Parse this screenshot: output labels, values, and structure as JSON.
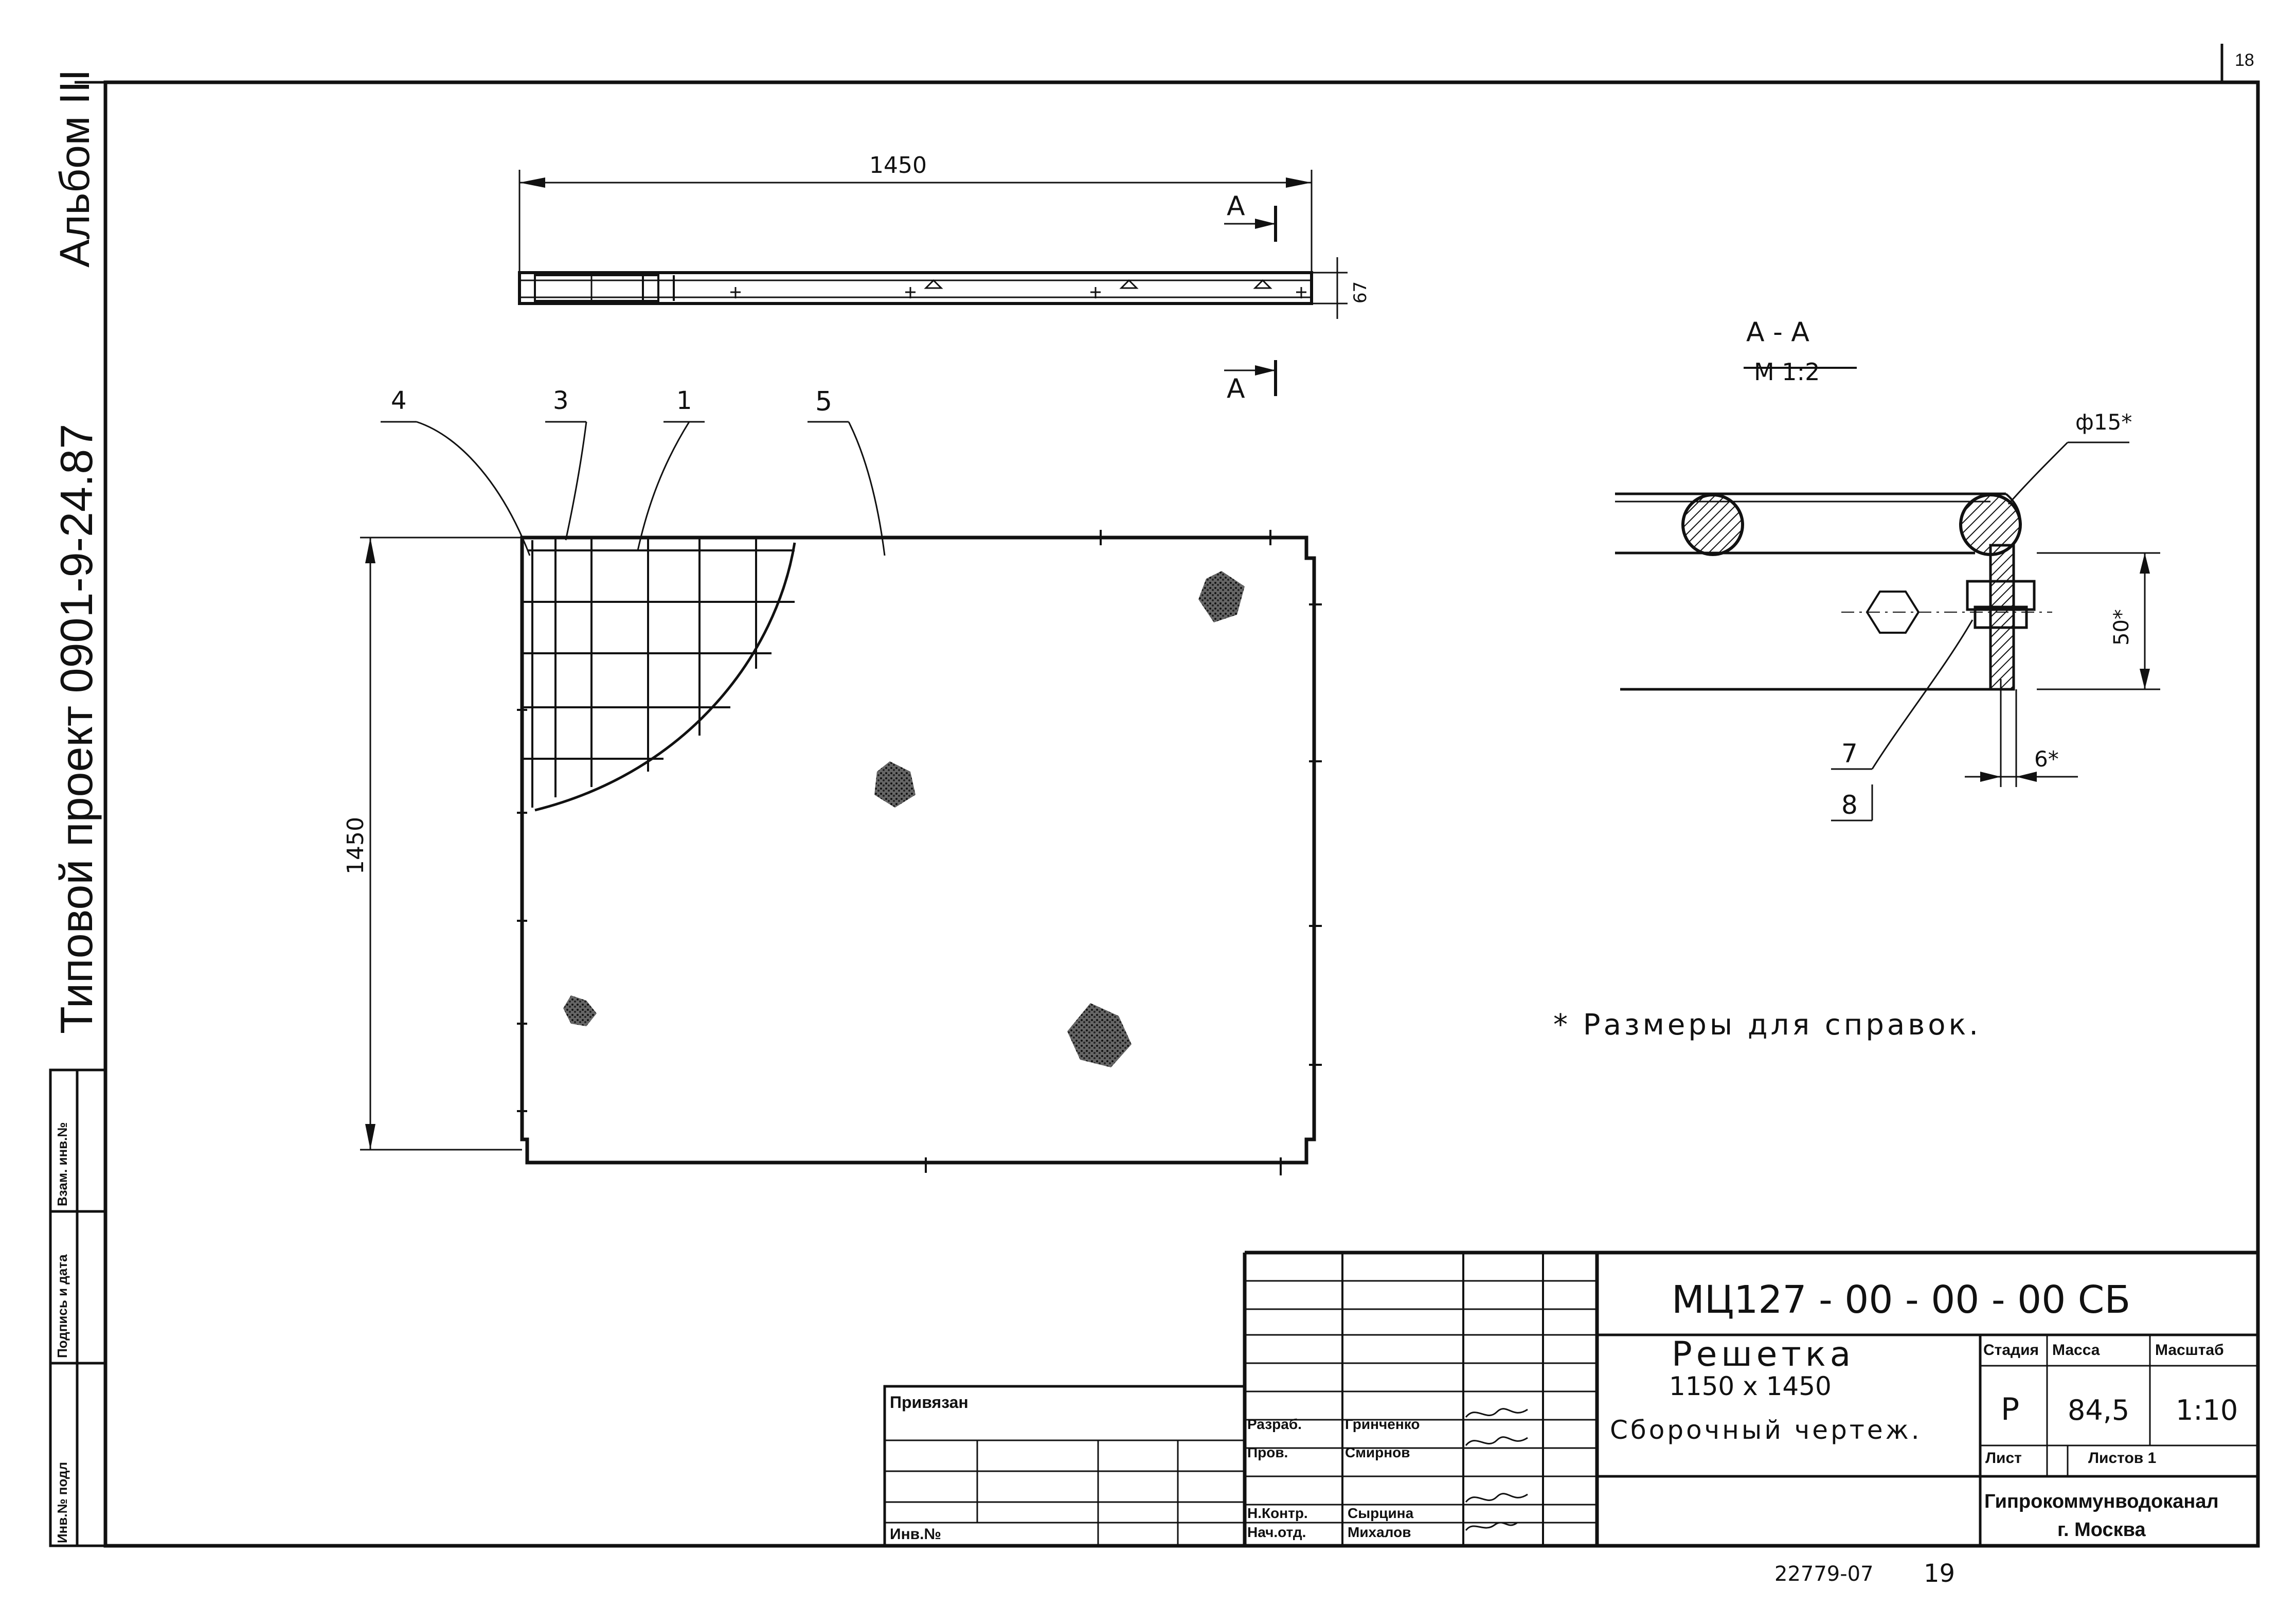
{
  "sheet_number": "18",
  "margin": {
    "album": "Альбом III",
    "project": "Типовой проект 0901-9-24.87",
    "stamp_cells": [
      "Инв.№ подл",
      "Подпись и дата",
      "Взам. инв.№"
    ]
  },
  "views": {
    "top_view": {
      "length": "1450",
      "thickness": "67",
      "section_mark": "А"
    },
    "plan_view": {
      "height": "1450",
      "positions": [
        "4",
        "3",
        "1",
        "5"
      ]
    },
    "section_view": {
      "title": "А - А",
      "scale": "М 1:2",
      "dim_diameter": "ф15*",
      "dim_height": "50*",
      "dim_width": "6*",
      "positions": [
        "7",
        "8"
      ]
    }
  },
  "note": "* Размеры для справок.",
  "title_block": {
    "designation": "МЦ127 - 00 - 00 - 00 СБ",
    "name": "Решетка",
    "size": "1150 х 1450",
    "doc_type": "Сборочный чертеж.",
    "headers": {
      "stage": "Стадия",
      "mass": "Масса",
      "scale": "Масштаб"
    },
    "values": {
      "stage": "Р",
      "mass": "84,5",
      "scale": "1:10"
    },
    "sheet": "Лист",
    "sheets": "Листов 1",
    "organization": "Гипрокоммунводоканал",
    "city": "г. Москва",
    "signers": [
      {
        "role": "Разраб.",
        "name": "Гринченко"
      },
      {
        "role": "Пров.",
        "name": "Смирнов"
      },
      {
        "role": "",
        "name": ""
      },
      {
        "role": "Н.Контр.",
        "name": "Сырцина"
      },
      {
        "role": "Нач.отд.",
        "name": "Михалов"
      }
    ],
    "linked": "Привязан",
    "inv_no": "Инв.№"
  },
  "archive_number": "22779-07",
  "page_number": "19",
  "colors": {
    "ink": "#111111",
    "paper": "#ffffff"
  }
}
